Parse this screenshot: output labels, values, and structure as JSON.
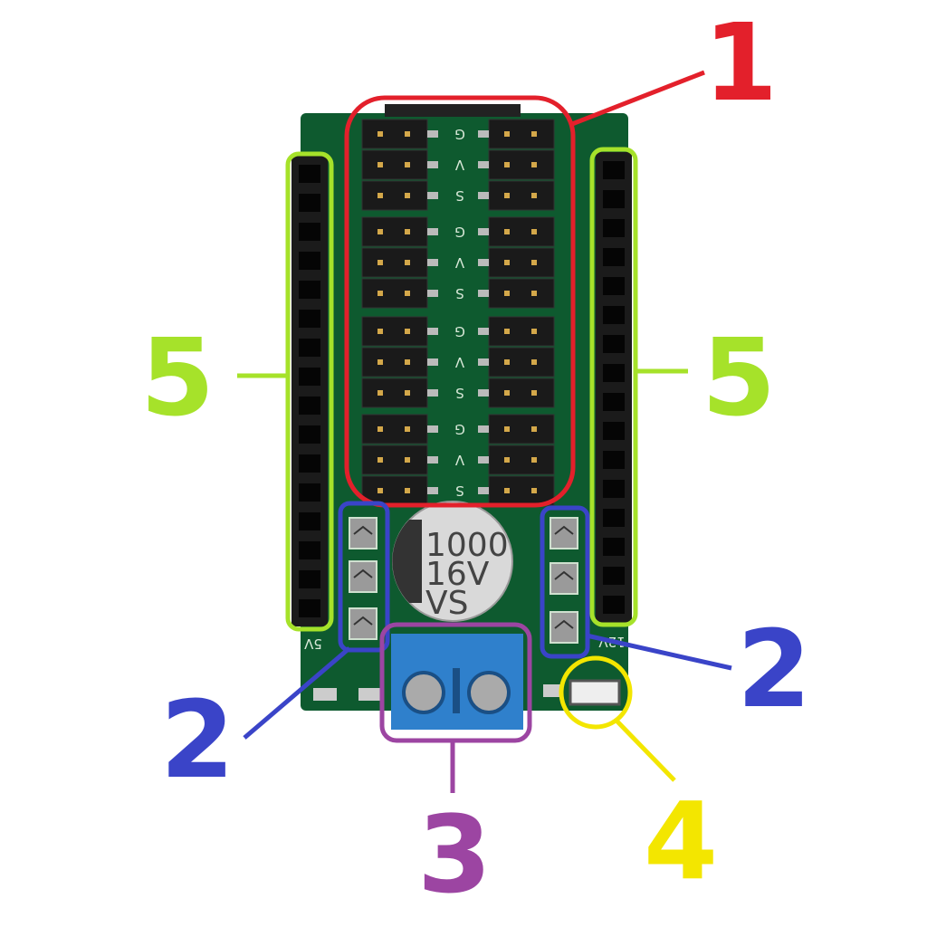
{
  "labels": {
    "pin_headers": "1",
    "jumper_left": "2",
    "jumper_right": "2",
    "terminal_block": "3",
    "power_led": "4",
    "female_header_left": "5",
    "female_header_right": "5"
  },
  "silkscreen": {
    "pin_rows": [
      "G",
      "V",
      "S",
      "G",
      "V",
      "S",
      "G",
      "V",
      "S",
      "G",
      "V",
      "S"
    ],
    "left_voltage": "5V",
    "right_voltage": "12V"
  },
  "capacitor": {
    "line1": "1000",
    "line2": "16V",
    "line3": "VS"
  },
  "colors": {
    "label1": "#e3202b",
    "label2": "#3a44c8",
    "label3": "#9c45a2",
    "label4": "#f3e600",
    "label5": "#a6e22a",
    "board": "#0e5a2f",
    "terminal": "#2f80cc"
  }
}
